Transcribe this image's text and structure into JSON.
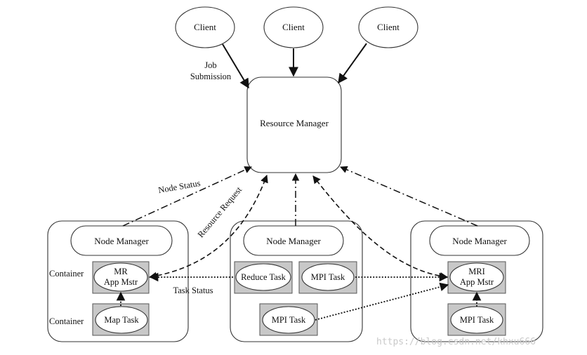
{
  "clients": [
    "Client",
    "Client",
    "Client"
  ],
  "resource_manager": "Resource Manager",
  "labels": {
    "job_submission_line1": "Job",
    "job_submission_line2": "Submission",
    "node_status": "Node Status",
    "resource_request": "Resource Request",
    "task_status": "Task Status"
  },
  "nodes": [
    {
      "manager": "Node Manager",
      "container_label_1": "Container",
      "container_label_2": "Container",
      "app_master_line1": "MR",
      "app_master_line2": "App Mstr",
      "task": "Map Task"
    },
    {
      "manager": "Node Manager",
      "task_1": "Reduce Task",
      "task_2": "MPI Task",
      "task_3": "MPI Task"
    },
    {
      "manager": "Node Manager",
      "app_master_line1": "MRI",
      "app_master_line2": "App Mstr",
      "task": "MPI Task"
    }
  ],
  "watermark": "https://blog.csdn.net/khxu666"
}
